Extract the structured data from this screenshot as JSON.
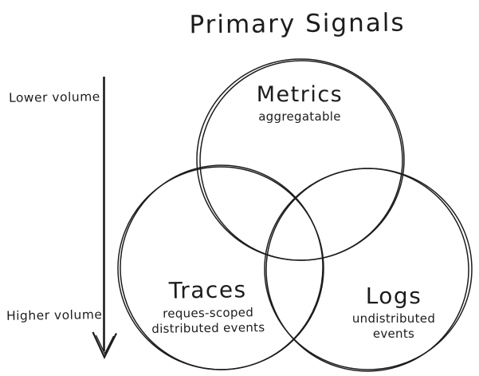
{
  "title": "Primary Signals",
  "volume_axis": {
    "top_label": "Lower volume",
    "bottom_label": "Higher volume",
    "arrow_icon": "down-arrow-icon"
  },
  "venn": {
    "metrics": {
      "label": "Metrics",
      "sublines": [
        "aggregatable"
      ]
    },
    "traces": {
      "label": "Traces",
      "sublines": [
        "reques-scoped",
        "distributed events"
      ]
    },
    "logs": {
      "label": "Logs",
      "sublines": [
        "undistributed",
        "events"
      ]
    }
  },
  "colors": {
    "ink": "#1c1c1c",
    "background": "#ffffff"
  }
}
